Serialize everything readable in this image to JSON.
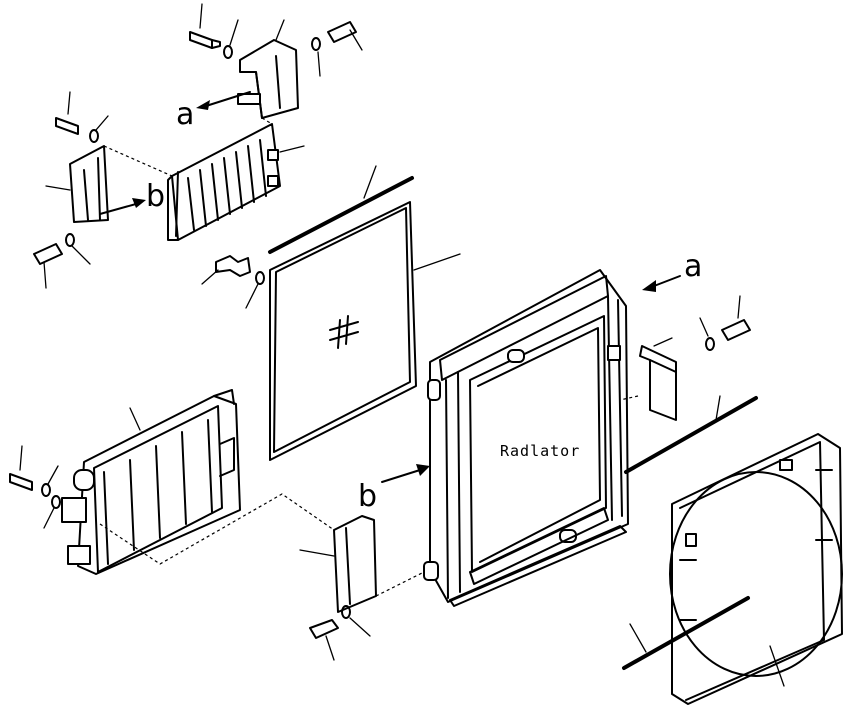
{
  "diagram": {
    "labels": {
      "radiator": "Radlator",
      "ref_a_top": "a",
      "ref_b_left": "b",
      "ref_a_right": "a",
      "ref_b_lower": "b"
    }
  }
}
